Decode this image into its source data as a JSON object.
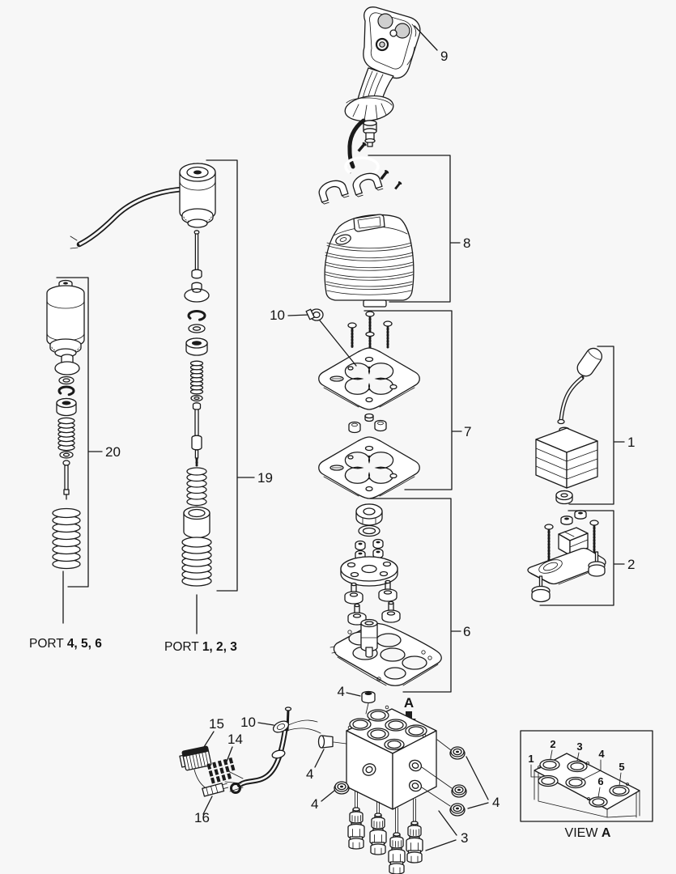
{
  "colors": {
    "background": "#f7f7f7",
    "line": "#1a1a1a"
  },
  "callouts": {
    "joystick": "9",
    "boot_kit": "8",
    "clamp_upper": "10",
    "plate_kit": "7",
    "base_kit": "6",
    "cartridge_left": "20",
    "cartridge_center": "19",
    "lever_kit": "1",
    "linkage_kit": "2",
    "plug_top": "4",
    "plug_left": "4",
    "plug_lower_left": "4",
    "plug_right": "4",
    "fittings": "3",
    "section_arrow": "A",
    "connector": "15",
    "pins": "14",
    "terminal": "16",
    "harness_clamp": "10"
  },
  "port_text": {
    "left": {
      "prefix": "PORT ",
      "numbers": "4, 5, 6"
    },
    "center": {
      "prefix": "PORT ",
      "numbers": "1, 2, 3"
    }
  },
  "view_a": {
    "caption_prefix": "VIEW ",
    "caption_letter": "A",
    "ports": {
      "n1": "1",
      "n2": "2",
      "n3": "3",
      "n4": "4",
      "n5": "5",
      "n6": "6"
    }
  }
}
